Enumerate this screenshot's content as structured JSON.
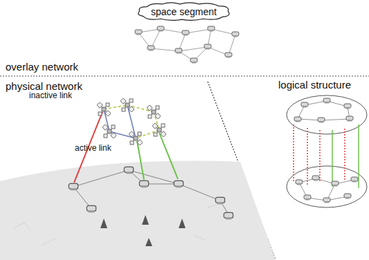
{
  "diagram": {
    "nodes": [
      {
        "text": [
          "space segment"
        ]
      }
    ],
    "labels": [
      "overlay network",
      "physical network",
      "logical structure",
      "inactive link",
      "active link"
    ]
  }
}
